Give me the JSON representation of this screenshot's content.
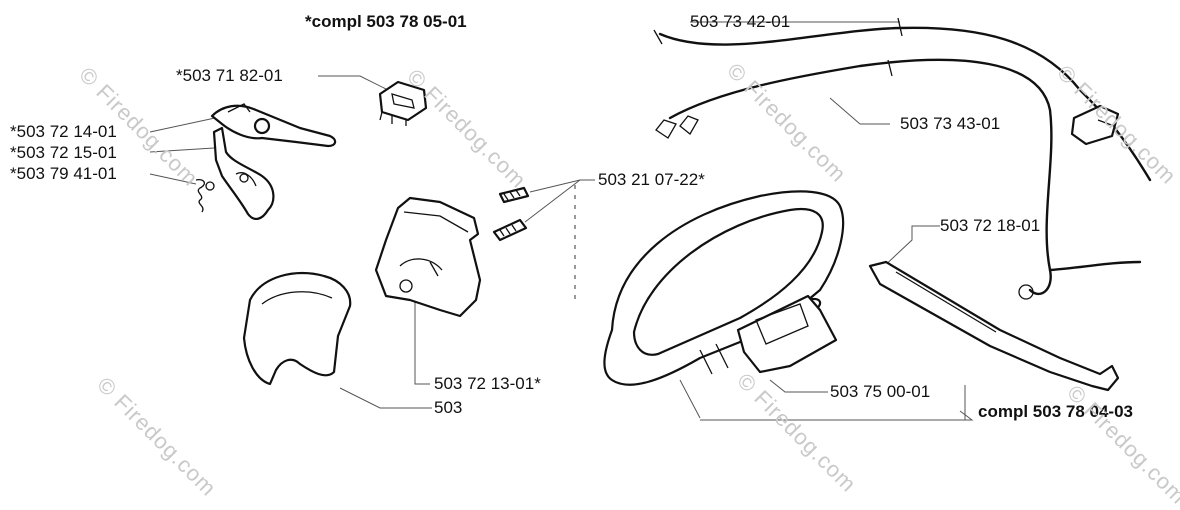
{
  "diagram": {
    "watermark": "© Firedog.com",
    "labels": {
      "kit_top": "*compl 503 78 05-01",
      "part_7182": "*503 71 82-01",
      "part_7214": "*503 72 14-01",
      "part_7215": "*503 72 15-01",
      "part_7941": "*503 79 41-01",
      "part_2107": "503 21 07-22*",
      "part_7213": "503 72 13-01*",
      "part_cut": "503",
      "part_7342": "503 73 42-01",
      "part_7343": "503 73 43-01",
      "part_7218": "503 72 18-01",
      "part_7500": "503 75 00-01",
      "kit_bottom": "compl 503 78 04-03"
    }
  }
}
